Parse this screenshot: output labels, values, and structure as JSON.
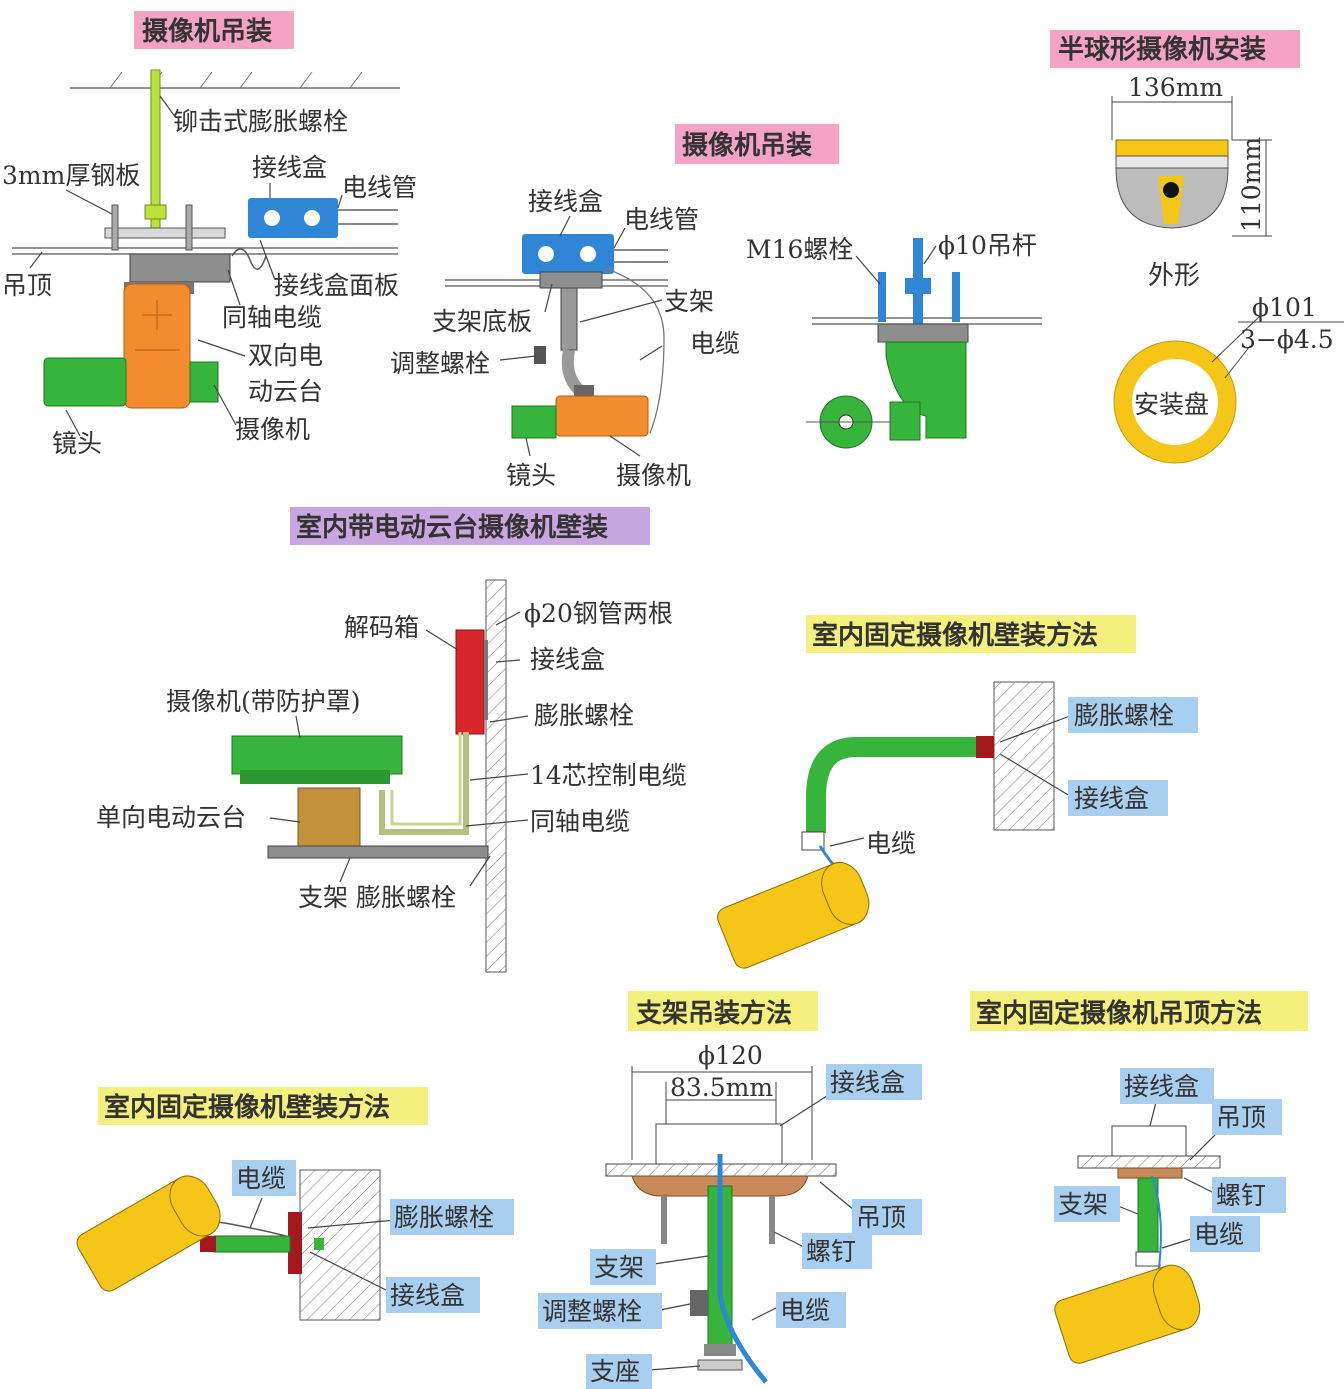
{
  "colors": {
    "pink_bg": "#f4a3c4",
    "purple_bg": "#c9a6df",
    "yellow_bg": "#f3f07d",
    "blue_bg": "#a9cff0",
    "orange": "#f28c2c",
    "green": "#36b43c",
    "blue_part": "#2f86d6",
    "yellow_part": "#f5c518",
    "red_part": "#d8262a",
    "brown_part": "#c3913c"
  },
  "panel1": {
    "title": "摄像机吊装",
    "labels": {
      "expansion_bolt": "铆击式膨胀螺栓",
      "steel_plate": "3mm厚钢板",
      "junction_box": "接线盒",
      "conduit": "电线管",
      "ceiling": "吊顶",
      "junction_panel": "接线盒面板",
      "coax": "同轴电缆",
      "ptz1": "双向电",
      "ptz2": "动云台",
      "camera": "摄像机",
      "lens": "镜头"
    }
  },
  "panel2": {
    "title": "摄像机吊装",
    "labels": {
      "junction_box": "接线盒",
      "conduit": "电线管",
      "bracket_base": "支架底板",
      "bracket": "支架",
      "adjust_bolt": "调整螺栓",
      "cable": "电缆",
      "lens": "镜头",
      "camera": "摄像机"
    }
  },
  "panel3": {
    "labels": {
      "m16": "M16螺栓",
      "rod": "ϕ10吊杆"
    }
  },
  "panel4": {
    "title": "半球形摄像机安装",
    "labels": {
      "width": "136mm",
      "height": "110mm",
      "shape": "外形",
      "d101": "ϕ101",
      "holes": "3−ϕ4.5",
      "plate": "安装盘"
    }
  },
  "panel5": {
    "title": "室内带电动云台摄像机壁装",
    "labels": {
      "decoder": "解码箱",
      "pipes": "ϕ20钢管两根",
      "junction_box": "接线盒",
      "camera": "摄像机(带防护罩)",
      "expansion_bolt": "膨胀螺栓",
      "cable14": "14芯控制电缆",
      "ptz": "单向电动云台",
      "coax": "同轴电缆",
      "bracket_bolt": "支架 膨胀螺栓"
    }
  },
  "panel6": {
    "title": "室内固定摄像机壁装方法",
    "labels": {
      "expansion_bolt": "膨胀螺栓",
      "junction_box": "接线盒",
      "cable": "电缆"
    }
  },
  "panel7": {
    "title": "室内固定摄像机壁装方法",
    "labels": {
      "cable": "电缆",
      "expansion_bolt": "膨胀螺栓",
      "junction_box": "接线盒"
    }
  },
  "panel8": {
    "title": "支架吊装方法",
    "labels": {
      "d120": "ϕ120",
      "w835": "83.5mm",
      "junction_box": "接线盒",
      "ceiling": "吊顶",
      "screw": "螺钉",
      "bracket": "支架",
      "adjust_bolt": "调整螺栓",
      "cable": "电缆",
      "base": "支座"
    }
  },
  "panel9": {
    "title": "室内固定摄像机吊顶方法",
    "labels": {
      "junction_box": "接线盒",
      "ceiling": "吊顶",
      "screw": "螺钉",
      "bracket": "支架",
      "cable": "电缆"
    }
  }
}
